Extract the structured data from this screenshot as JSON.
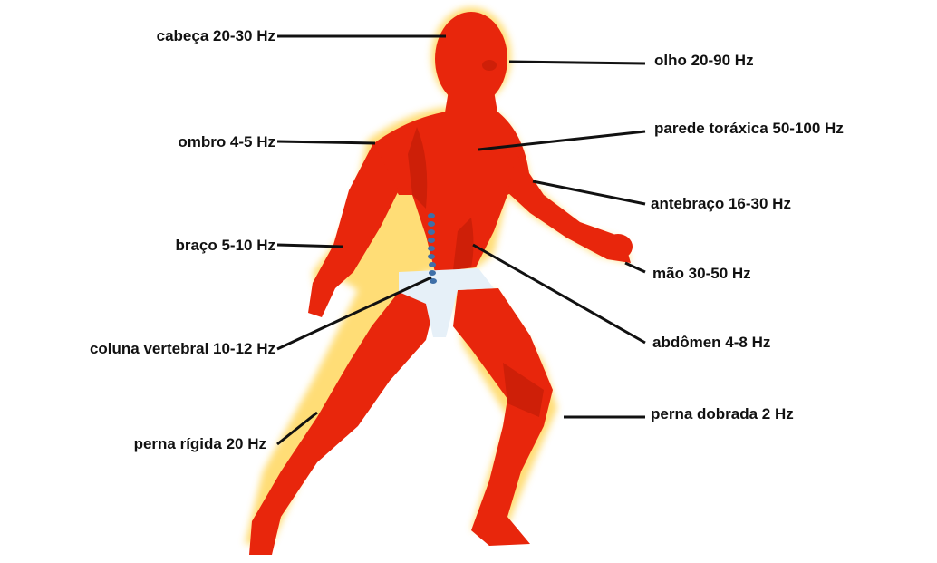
{
  "labels": {
    "cabeca": "cabeça 20-30 Hz",
    "olho": "olho 20-90 Hz",
    "ombro": "ombro 4-5 Hz",
    "parede": "parede toráxica 50-100 Hz",
    "antebraco": "antebraço 16-30 Hz",
    "braco": "braço 5-10 Hz",
    "mao": "mão 30-50 Hz",
    "coluna": "coluna vertebral 10-12 Hz",
    "abdomen": "abdômen 4-8 Hz",
    "perna_dobrada": "perna dobrada 2 Hz",
    "perna_rigida": "perna rígida 20 Hz"
  },
  "colors": {
    "body": "#e8260c",
    "body_shade": "#b81a06",
    "glow": "#ffd24a",
    "shorts": "#e6f0f8",
    "spine": "#3f6fa8",
    "leader": "#111111"
  }
}
